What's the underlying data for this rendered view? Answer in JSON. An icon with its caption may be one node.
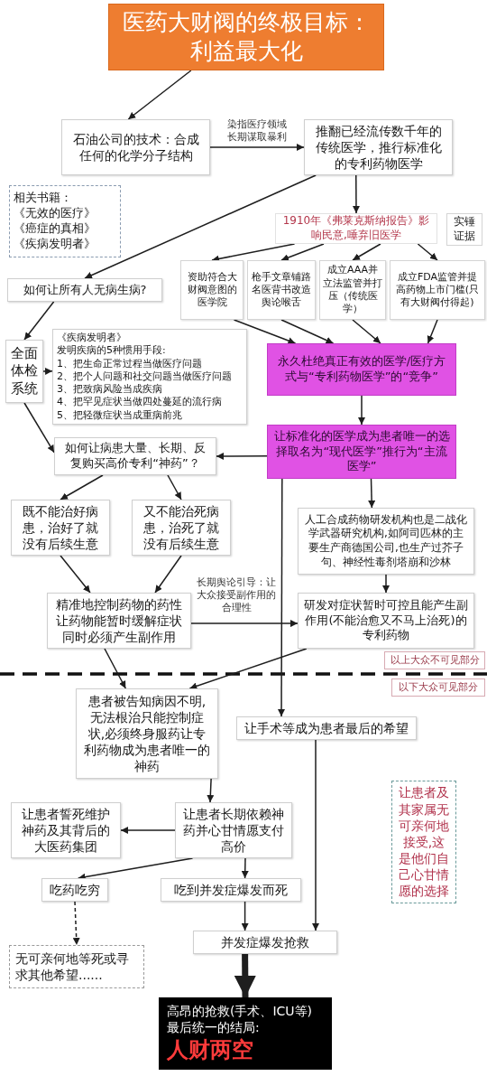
{
  "diagram": {
    "nodes": [
      {
        "text": [
          "医药大财阀的终极目标：利益最大化"
        ]
      },
      {
        "text": [
          "石油公司的技术：合成任何的化学分子结构"
        ]
      },
      {
        "text": [
          "推翻已经流传数千年的传统医学，推行标准化的专利药物医学"
        ]
      },
      {
        "text": [
          "相关书籍：",
          "《无效的医疗》",
          "《癌症的真相》",
          "《疾病发明者》"
        ]
      },
      {
        "text": [
          "1910年《弗莱克斯纳报告》影响民意,唾弃旧医学"
        ]
      },
      {
        "text": [
          "实锤证据"
        ]
      },
      {
        "text": [
          "资助符合大财阀意图的医学院"
        ]
      },
      {
        "text": [
          "枪手文章铺路名医背书改造舆论喉舌"
        ]
      },
      {
        "text": [
          "成立AAA并立法监管并打压（传统医学）"
        ]
      },
      {
        "text": [
          "成立FDA监管并提高药物上市门槛(只有大财阀付得起)"
        ]
      },
      {
        "text": [
          "如何让所有人无病生病?"
        ]
      },
      {
        "text": [
          "全面体检系统"
        ]
      },
      {
        "text": [
          "《疾病发明者》",
          "发明疾病的5种惯用手段:",
          "1、把生命正常过程当做医疗问题",
          "2、把个人问题和社交问题当做医疗问题",
          "3、把致病风险当成疾病",
          "4、把罕见症状当做四处蔓延的流行病",
          "5、把轻微症状当成重病前兆"
        ]
      },
      {
        "text": [
          "永久杜绝真正有效的医学/医疗方式与“专利药物医学”的“竞争”"
        ]
      },
      {
        "text": [
          "如何让病患大量、长期、反复购买高价专利“神药”？"
        ]
      },
      {
        "text": [
          "让标准化的医学成为患者唯一的选择取名为“现代医学”推行为“主流医学”"
        ]
      },
      {
        "text": [
          "既不能治好病患，治好了就没有后续生意"
        ]
      },
      {
        "text": [
          "又不能治死病患，治死了就没有后续生意"
        ]
      },
      {
        "text": [
          "人工合成药物研发机构也是二战化学武器研究机构,如阿司匹林的主要生产商德国公司,也生产过芥子句、神经性毒剂塔崩和沙林"
        ]
      },
      {
        "text": [
          "精准地控制药物的药性让药物能暂时缓解症状同时必须产生副作用"
        ]
      },
      {
        "text": [
          "研发对症状暂时可控且能产生副作用(不能治愈又不马上治死)的专利药物"
        ]
      },
      {
        "text": [
          "以上大众不可见部分"
        ]
      },
      {
        "text": [
          "以下大众可见部分"
        ]
      },
      {
        "text": [
          "患者被告知病因不明,无法根治只能控制症状,必须终身服药让专利药物成为患者唯一的神药"
        ]
      },
      {
        "text": [
          "让手术等成为患者最后的希望"
        ]
      },
      {
        "text": [
          "让患者及其家属无可亲何地接受,这是他们自己心甘情愿的选择"
        ]
      },
      {
        "text": [
          "让患者誓死维护神药及其背后的大医药集团"
        ]
      },
      {
        "text": [
          "让患者长期依赖神药并心甘情愿支付高价"
        ]
      },
      {
        "text": [
          "吃药吃穷"
        ]
      },
      {
        "text": [
          "吃到并发症爆发而死"
        ]
      },
      {
        "text": [
          "无可亲何地等死或寻求其他希望......"
        ]
      },
      {
        "text": [
          "并发症爆发抢救"
        ]
      },
      {
        "text": [
          "高昂的抢救(手术、ICU等)最后统一的结局:",
          "人财两空"
        ]
      }
    ],
    "edges": [
      {
        "from": 0,
        "to": 1,
        "arrow": "to"
      },
      {
        "from": 1,
        "to": 2,
        "arrow": "to",
        "label": "染指医疗领域长期谋取暴利"
      },
      {
        "from": 2,
        "to": 4,
        "arrow": "to"
      },
      {
        "from": 2,
        "to": 10,
        "arrow": "to"
      },
      {
        "from": 4,
        "to": 6,
        "arrow": "to"
      },
      {
        "from": 4,
        "to": 7,
        "arrow": "to"
      },
      {
        "from": 4,
        "to": 8,
        "arrow": "to"
      },
      {
        "from": 4,
        "to": 9,
        "arrow": "to"
      },
      {
        "from": 10,
        "to": 11,
        "arrow": "to"
      },
      {
        "from": 11,
        "to": 12,
        "arrow": "to"
      },
      {
        "from": 6,
        "to": 13,
        "arrow": "to"
      },
      {
        "from": 7,
        "to": 13,
        "arrow": "to"
      },
      {
        "from": 8,
        "to": 13,
        "arrow": "to"
      },
      {
        "from": 9,
        "to": 13,
        "arrow": "to"
      },
      {
        "from": 11,
        "to": 14,
        "arrow": "to"
      },
      {
        "from": 13,
        "to": 15,
        "arrow": "to"
      },
      {
        "from": 15,
        "to": 14,
        "arrow": "to"
      },
      {
        "from": 14,
        "to": 16,
        "arrow": "to"
      },
      {
        "from": 14,
        "to": 17,
        "arrow": "to"
      },
      {
        "from": 15,
        "to": 18,
        "arrow": "to"
      },
      {
        "from": 15,
        "to": 24,
        "arrow": "to"
      },
      {
        "from": 16,
        "to": 19,
        "arrow": "to"
      },
      {
        "from": 17,
        "to": 19,
        "arrow": "to"
      },
      {
        "from": 18,
        "to": 20,
        "arrow": "to"
      },
      {
        "from": 19,
        "to": 20,
        "arrow": "to",
        "label": "长期舆论引导：让大众接受副作用的合理性"
      },
      {
        "from": 19,
        "to": 23,
        "arrow": "to"
      },
      {
        "from": 20,
        "to": 23,
        "arrow": "to"
      },
      {
        "from": 23,
        "to": 27,
        "arrow": "to"
      },
      {
        "from": 27,
        "to": 26,
        "arrow": "to"
      },
      {
        "from": 27,
        "to": 28,
        "arrow": "to"
      },
      {
        "from": 27,
        "to": 29,
        "arrow": "to"
      },
      {
        "from": 28,
        "to": 30,
        "arrow": "to",
        "style": "dashed"
      },
      {
        "from": 29,
        "to": 31,
        "arrow": "to"
      },
      {
        "from": 24,
        "to": 31,
        "arrow": "to"
      },
      {
        "from": 31,
        "to": 32,
        "arrow": "to",
        "style": "thick"
      }
    ]
  }
}
